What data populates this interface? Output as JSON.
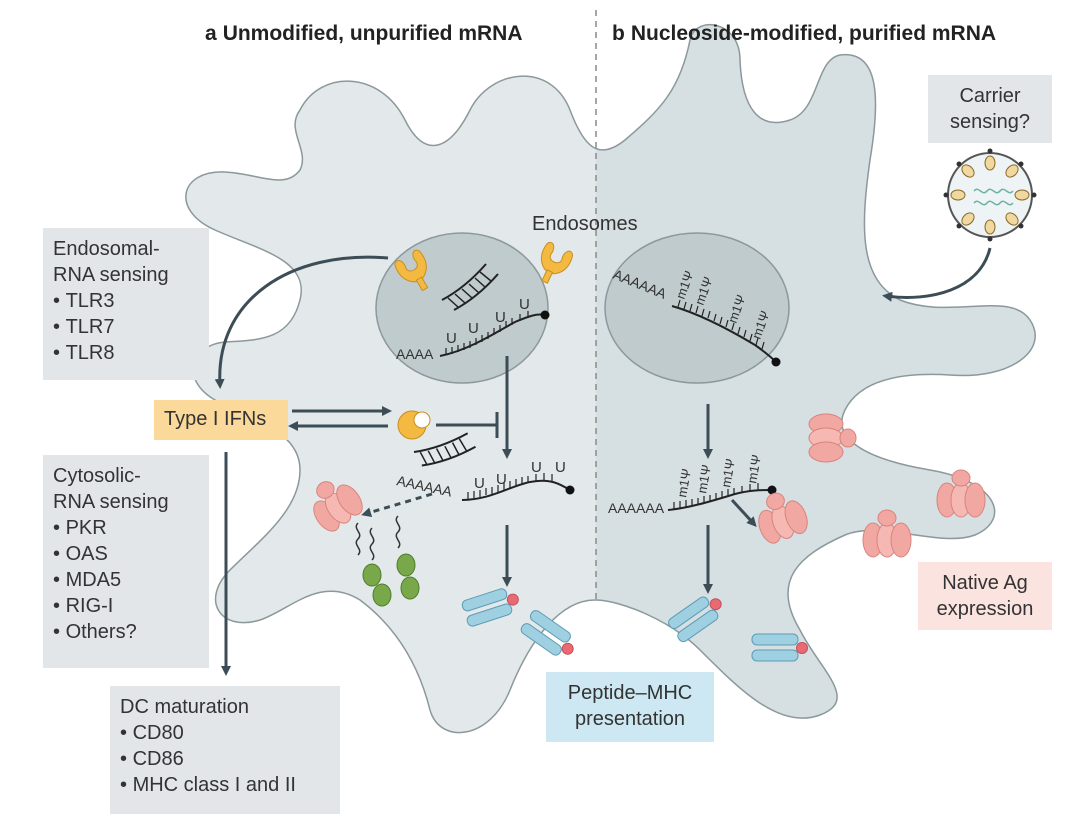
{
  "panels": {
    "a": {
      "letter": "a",
      "title": "Unmodified, unpurified mRNA"
    },
    "b": {
      "letter": "b",
      "title": "Nucleoside-modified, purified mRNA"
    }
  },
  "labels": {
    "endosomes": "Endosomes",
    "poly_a_endosome_a": "AAAA",
    "poly_a_cytosol_a": "AAAAAA",
    "poly_a_endosome_b": "AAAAAA",
    "poly_a_cytosol_b": "AAAAAA",
    "uridine": "U",
    "modified_uridine": "m1Ψ"
  },
  "boxes": {
    "endosomal_sensing": {
      "heading": [
        "Endosomal-",
        "RNA sensing"
      ],
      "items": [
        "TLR3",
        "TLR7",
        "TLR8"
      ]
    },
    "type1_ifn": {
      "text": "Type I IFNs"
    },
    "cytosolic_sensing": {
      "heading": [
        "Cytosolic-",
        "RNA sensing"
      ],
      "items": [
        "PKR",
        "OAS",
        "MDA5",
        "RIG-I",
        "Others?"
      ]
    },
    "dc_maturation": {
      "heading": [
        "DC maturation"
      ],
      "items": [
        "CD80",
        "CD86",
        "MHC class I and II"
      ]
    },
    "peptide_mhc": {
      "lines": [
        "Peptide–MHC",
        "presentation"
      ]
    },
    "native_ag": {
      "lines": [
        "Native Ag",
        "expression"
      ]
    },
    "carrier": {
      "lines": [
        "Carrier",
        "sensing?"
      ]
    }
  },
  "colors": {
    "cell_left": "#e3e9ea",
    "cell_right": "#d6dfe1",
    "endosome": "#bfcbcd",
    "arrow": "#3d4d57",
    "receptor": "#f3b940",
    "protein": "#f2a8a2",
    "mhc": "#9fd0e2",
    "green": "#78a84a"
  }
}
